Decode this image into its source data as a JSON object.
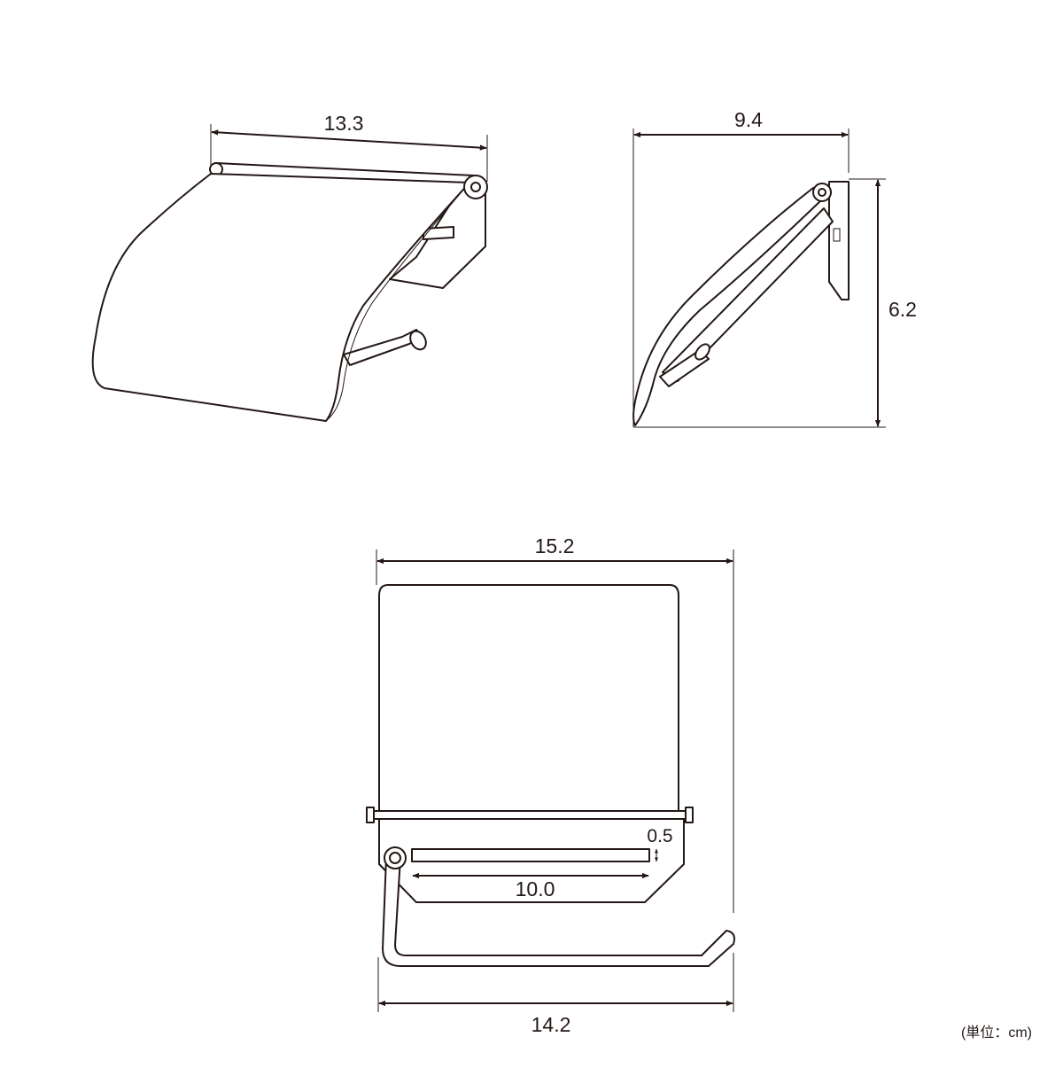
{
  "dimensions": {
    "top_view_width": "13.3",
    "side_view_depth": "9.4",
    "side_view_height": "6.2",
    "front_view_width": "15.2",
    "slot_height": "0.5",
    "slot_width": "10.0",
    "bar_width": "14.2"
  },
  "unit_note": "(単位：cm)",
  "colors": {
    "line": "#231815",
    "background": "#ffffff"
  },
  "icons": [
    "arrowhead-icon"
  ]
}
